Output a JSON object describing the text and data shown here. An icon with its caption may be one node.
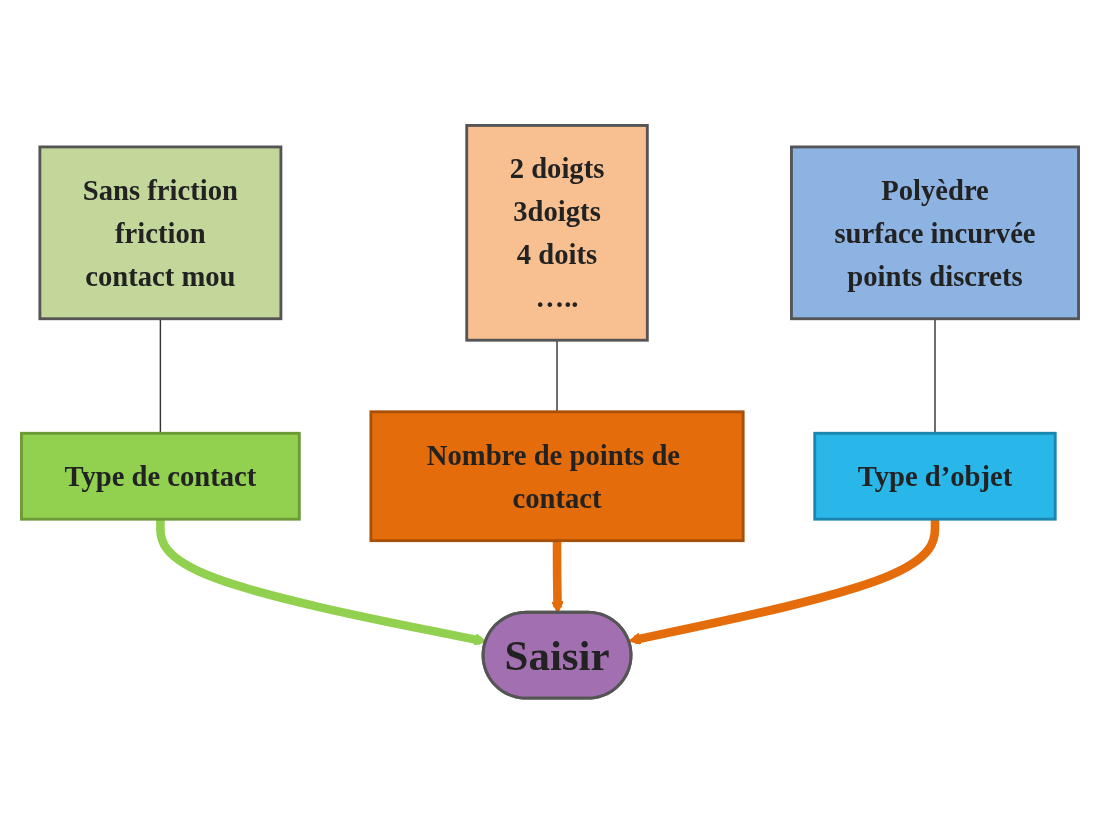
{
  "diagram": {
    "nodes": [
      {
        "text": [
          "Type de contact"
        ]
      },
      {
        "text": [
          "Sans friction",
          "friction",
          "contact mou"
        ]
      },
      {
        "text": [
          "Polyèdre",
          "surface incurvée",
          "points discrets"
        ]
      },
      {
        "text": [
          "Saisir"
        ]
      },
      {
        "text": [
          "Nombre de points de contact"
        ]
      },
      {
        "text": [
          "Type d’objet"
        ]
      },
      {
        "text": [
          "2 doigts",
          "3doigts",
          "4 doits",
          "….."
        ]
      }
    ],
    "edges": [
      {
        "from": 1,
        "to": 0,
        "arrow": "none"
      },
      {
        "from": 0,
        "to": 3,
        "arrow": "to",
        "style": "thick",
        "color": "#92d050"
      },
      {
        "from": 2,
        "to": 5,
        "arrow": "none"
      },
      {
        "from": 4,
        "to": 3,
        "arrow": "to",
        "style": "thick",
        "color": "#e46c0a"
      },
      {
        "from": 5,
        "to": 3,
        "arrow": "to",
        "style": "thick",
        "color": "#e46c0a"
      },
      {
        "from": 6,
        "to": 4,
        "arrow": "none"
      }
    ]
  }
}
